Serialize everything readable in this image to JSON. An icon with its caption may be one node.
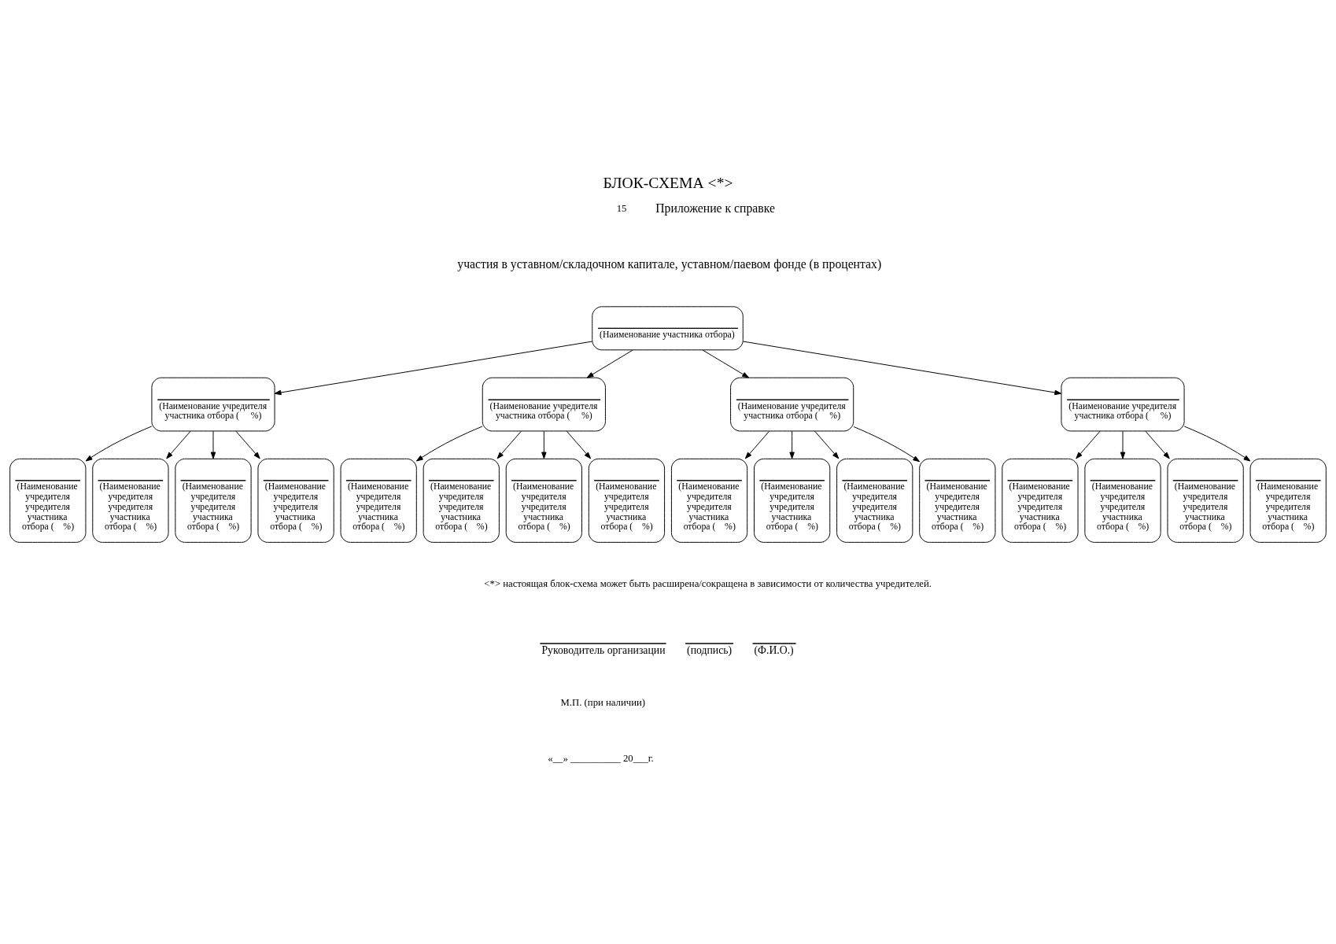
{
  "diagram": {
    "title": "БЛОК-СХЕМА <*>",
    "nodes": [
      {
        "text": [
          "(Наименование участника отбора)"
        ]
      },
      {
        "text": [
          "(Наименование учредителя участника отбора (     %)"
        ]
      },
      {
        "text": [
          "(Наименование учредителя участника отбора (     %)"
        ]
      },
      {
        "text": [
          "(Наименование учредителя участника отбора (     %)"
        ]
      },
      {
        "text": [
          "(Наименование учредителя участника отбора (     %)"
        ]
      },
      {
        "text": [
          "(Наименование учредителя учредителя участника отбора (    %)"
        ]
      },
      {
        "text": [
          "(Наименование учредителя учредителя участника отбора (    %)"
        ]
      },
      {
        "text": [
          "(Наименование учредителя учредителя участника отбора (    %)"
        ]
      },
      {
        "text": [
          "(Наименование учредителя учредителя участника отбора (    %)"
        ]
      },
      {
        "text": [
          "(Наименование учредителя учредителя участника отбора (    %)"
        ]
      },
      {
        "text": [
          "(Наименование учредителя учредителя участника отбора (    %)"
        ]
      },
      {
        "text": [
          "(Наименование учредителя учредителя участника отбора (    %)"
        ]
      },
      {
        "text": [
          "(Наименование учредителя учредителя участника отбора (    %)"
        ]
      },
      {
        "text": [
          "(Наименование учредителя учредителя участника отбора (    %)"
        ]
      },
      {
        "text": [
          "(Наименование учредителя учредителя участника отбора (    %)"
        ]
      },
      {
        "text": [
          "(Наименование учредителя учредителя участника отбора (    %)"
        ]
      },
      {
        "text": [
          "(Наименование учредителя учредителя участника отбора (    %)"
        ]
      },
      {
        "text": [
          "(Наименование учредителя учредителя участника отбора (    %)"
        ]
      },
      {
        "text": [
          "(Наименование учредителя учредителя участника отбора (    %)"
        ]
      },
      {
        "text": [
          "(Наименование учредителя учредителя участника отбора (    %)"
        ]
      },
      {
        "text": [
          "(Наименование учредителя учредителя участника отбора (    %)"
        ]
      }
    ],
    "edges": [
      {
        "from": 0,
        "to": 1,
        "arrow": "to"
      },
      {
        "from": 0,
        "to": 2,
        "arrow": "to"
      },
      {
        "from": 0,
        "to": 3,
        "arrow": "to"
      },
      {
        "from": 0,
        "to": 4,
        "arrow": "to"
      },
      {
        "from": 1,
        "to": 5,
        "arrow": "to"
      },
      {
        "from": 1,
        "to": 6,
        "arrow": "to"
      },
      {
        "from": 1,
        "to": 7,
        "arrow": "to"
      },
      {
        "from": 1,
        "to": 8,
        "arrow": "to"
      },
      {
        "from": 2,
        "to": 9,
        "arrow": "to"
      },
      {
        "from": 2,
        "to": 10,
        "arrow": "to"
      },
      {
        "from": 2,
        "to": 11,
        "arrow": "to"
      },
      {
        "from": 2,
        "to": 12,
        "arrow": "to"
      },
      {
        "from": 3,
        "to": 13,
        "arrow": "to"
      },
      {
        "from": 3,
        "to": 14,
        "arrow": "to"
      },
      {
        "from": 3,
        "to": 15,
        "arrow": "to"
      },
      {
        "from": 3,
        "to": 16,
        "arrow": "to"
      },
      {
        "from": 4,
        "to": 17,
        "arrow": "to"
      },
      {
        "from": 4,
        "to": 18,
        "arrow": "to"
      },
      {
        "from": 4,
        "to": 19,
        "arrow": "to"
      },
      {
        "from": 4,
        "to": 20,
        "arrow": "to"
      }
    ],
    "labels": [
      "15",
      "Приложение к справке",
      "участия в уставном/складочном капитале, уставном/паевом фонде (в процентах)",
      "<*> настоящая блок-схема может быть расширена/сокращена в зависимости от количества учредителей.",
      "Руководитель организации",
      "(подпись)",
      "(Ф.И.О.)",
      "М.П. (при наличии)",
      "«__» __________ 20___г."
    ]
  }
}
